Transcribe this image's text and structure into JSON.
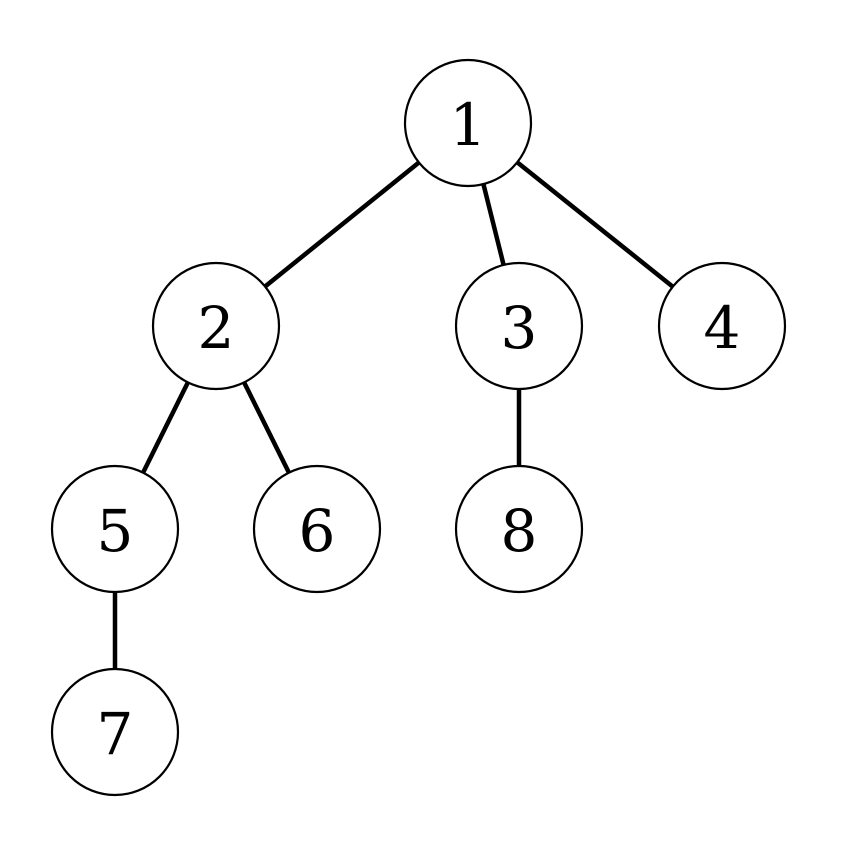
{
  "tree": {
    "nodes": [
      {
        "id": "1",
        "label": "1"
      },
      {
        "id": "2",
        "label": "2"
      },
      {
        "id": "3",
        "label": "3"
      },
      {
        "id": "4",
        "label": "4"
      },
      {
        "id": "5",
        "label": "5"
      },
      {
        "id": "6",
        "label": "6"
      },
      {
        "id": "7",
        "label": "7"
      },
      {
        "id": "8",
        "label": "8"
      }
    ],
    "edges": [
      [
        "1",
        "2"
      ],
      [
        "1",
        "3"
      ],
      [
        "1",
        "4"
      ],
      [
        "2",
        "5"
      ],
      [
        "2",
        "6"
      ],
      [
        "3",
        "8"
      ],
      [
        "5",
        "7"
      ]
    ]
  }
}
